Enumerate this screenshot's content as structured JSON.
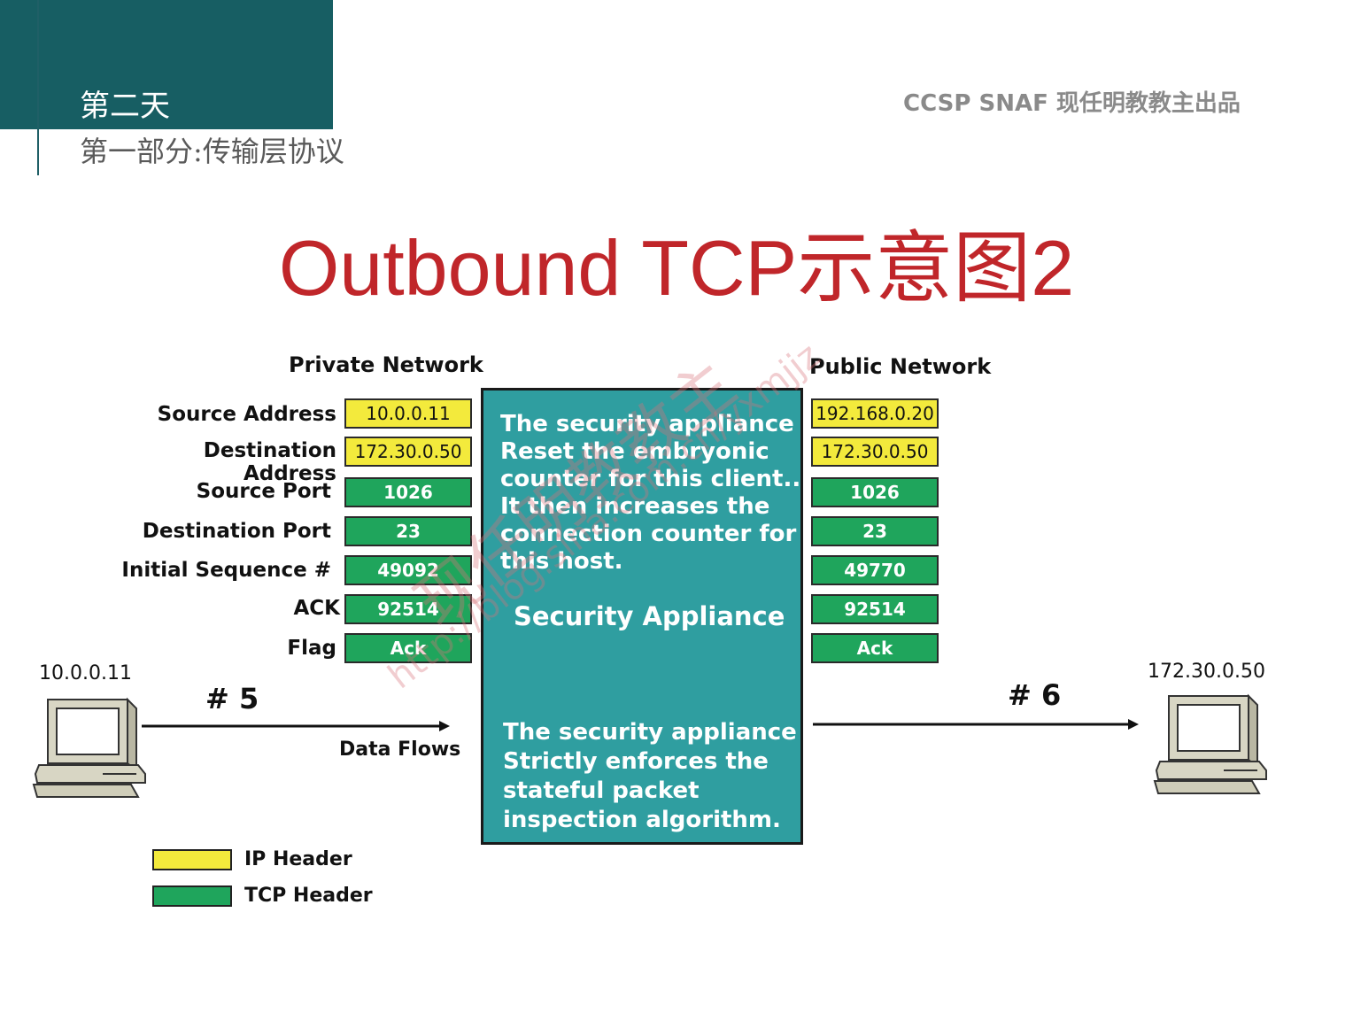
{
  "header": {
    "day": "第二天",
    "section": "第一部分:传输层协议",
    "brand": "CCSP SNAF  现任明教教主出品"
  },
  "title": "Outbound TCP示意图2",
  "private_network": {
    "label": "Private Network",
    "fields": [
      {
        "label": "Source Address",
        "value": "10.0.0.11",
        "kind": "ip"
      },
      {
        "label": "Destination Address",
        "value": "172.30.0.50",
        "kind": "ip"
      },
      {
        "label": "Source Port",
        "value": "1026",
        "kind": "tcp"
      },
      {
        "label": "Destination Port",
        "value": "23",
        "kind": "tcp"
      },
      {
        "label": "Initial Sequence #",
        "value": "49092",
        "kind": "tcp"
      },
      {
        "label": "ACK",
        "value": "92514",
        "kind": "tcp"
      },
      {
        "label": "Flag",
        "value": "Ack",
        "kind": "tcp"
      }
    ]
  },
  "public_network": {
    "label": "Public Network",
    "fields": [
      {
        "value": "192.168.0.20",
        "kind": "ip"
      },
      {
        "value": "172.30.0.50",
        "kind": "ip"
      },
      {
        "value": "1026",
        "kind": "tcp"
      },
      {
        "value": "23",
        "kind": "tcp"
      },
      {
        "value": "49770",
        "kind": "tcp"
      },
      {
        "value": "92514",
        "kind": "tcp"
      },
      {
        "value": "Ack",
        "kind": "tcp"
      }
    ]
  },
  "appliance": {
    "top_text": [
      "The security appliance",
      "Reset the embryonic",
      "counter for this client..",
      "It then increases the",
      "connection counter for",
      "this host."
    ],
    "name": "Security Appliance",
    "bottom_text": [
      "The security appliance",
      "Strictly enforces the",
      "stateful packet",
      "inspection algorithm."
    ]
  },
  "hosts": {
    "left_ip": "10.0.0.11",
    "right_ip": "172.30.0.50"
  },
  "flows": {
    "left_num": "# 5",
    "right_num": "# 6",
    "label": "Data Flows"
  },
  "legend": [
    {
      "label": "IP Header",
      "color": "#f3ea3c"
    },
    {
      "label": "TCP Header",
      "color": "#1fa55c"
    }
  ],
  "watermark": {
    "main": "现任明教教主",
    "url": "http://blog.sina.com.cn/yxmjjz"
  },
  "colors": {
    "header": "#175e63",
    "title": "#c0262a",
    "appliance": "#2f9ea0",
    "ip": "#f3ea3c",
    "tcp": "#1fa55c"
  }
}
